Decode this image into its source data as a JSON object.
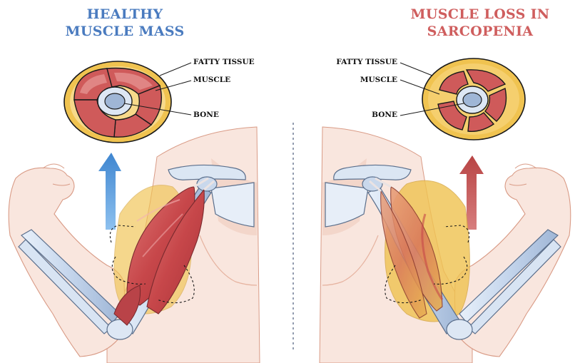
{
  "left_panel": {
    "title_line1": "HEALTHY",
    "title_line2": "MUSCLE MASS",
    "labels": {
      "fatty_tissue": "FATTY TISSUE",
      "muscle": "MUSCLE",
      "bone": "BONE"
    }
  },
  "right_panel": {
    "title_line1": "MUSCLE LOSS IN",
    "title_line2": "SARCOPENIA",
    "labels": {
      "fatty_tissue": "FATTY TISSUE",
      "muscle": "MUSCLE",
      "bone": "BONE"
    }
  },
  "colors": {
    "healthy_title": "#4a7bbf",
    "sarcopenia_title": "#cf5e5e",
    "fat": "#f0c350",
    "muscle": "#cf5a5a",
    "bone": "#9fb8d8",
    "skin": "#f6ddd2",
    "up_arrow_blue": "#5a9ad8",
    "up_arrow_red": "#c85a5a"
  },
  "icons": [
    "up-arrow-blue-icon",
    "up-arrow-red-icon"
  ]
}
